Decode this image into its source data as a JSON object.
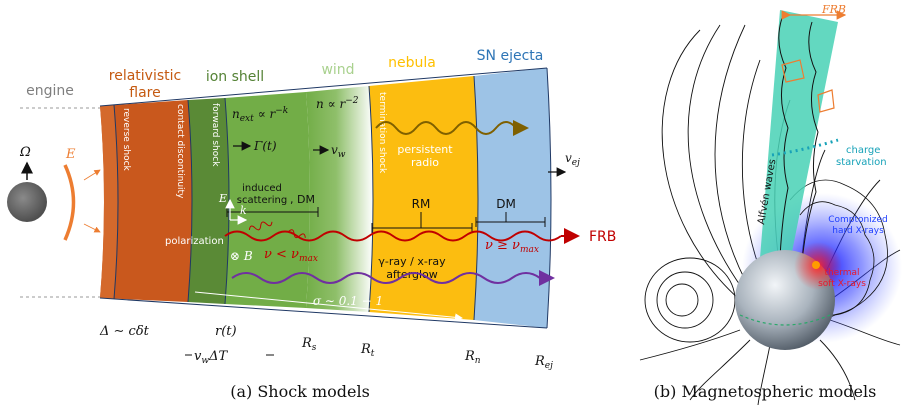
{
  "left_panel": {
    "caption": "(a) Shock models",
    "regions": {
      "engine": "engine",
      "relativistic_flare_line1": "relativistic",
      "relativistic_flare_line2": "flare",
      "ion_shell": "ion shell",
      "wind": "wind",
      "nebula": "nebula",
      "sn_ejecta": "SN ejecta"
    },
    "vertical_labels": {
      "reverse_shock": "reverse shock",
      "contact_discontinuity": "contact discontinuity",
      "forward_shock": "forward shock",
      "termination_shock": "termination shock"
    },
    "engine_symbols": {
      "omega": "Ω",
      "energy": "E"
    },
    "formulas": {
      "n_ext": "n",
      "n_ext_sub": "ext",
      "n_ext_rest": " ∝ r",
      "n_ext_exp": "−k",
      "n_wind": "n ∝ r",
      "n_wind_exp": "−2",
      "gamma": "Γ(t)",
      "v_w": "v",
      "v_w_sub": "w",
      "v_ej": "v",
      "v_ej_sub": "ej"
    },
    "annotations": {
      "induced_scattering_1": "induced",
      "induced_scattering_2": "scattering",
      "dm_wind": ", DM",
      "persistent_radio_1": "persistent",
      "persistent_radio_2": "radio",
      "rm": "RM",
      "dm_ejecta": "DM",
      "frb": "FRB",
      "polarization": "polarization",
      "e_vec": "E",
      "k_vec": "k",
      "b_vec": "⊗ B",
      "nu_lt": "ν < ν",
      "nu_lt_sub": "max",
      "nu_ge": "ν ≥ ν",
      "nu_ge_sub": "max",
      "afterglow_1": "γ-ray / x-ray",
      "afterglow_2": "afterglow",
      "sigma": "σ ∼ 0.1 − 1"
    },
    "axis_labels": {
      "delta": "Δ ∼ cδt",
      "r_t": "r(t)",
      "vw_dt": "v",
      "vw_dt_sub": "w",
      "vw_dt_rest": "ΔT",
      "R_s": "R",
      "R_s_sub": "s",
      "R_t": "R",
      "R_t_sub": "t",
      "R_n": "R",
      "R_n_sub": "n",
      "R_ej": "R",
      "R_ej_sub": "ej"
    },
    "colors": {
      "flare": "#c9581d",
      "ion_shell_dark": "#5a8a36",
      "ion_shell": "#72ad47",
      "nebula": "#fcbd10",
      "ejecta": "#9dc3e6",
      "frb_red": "#c00000",
      "afterglow_purple": "#7030a0",
      "radio_brown": "#7f6000",
      "engine_arc": "#ed7d31"
    }
  },
  "right_panel": {
    "caption": "(b) Magnetospheric models",
    "labels": {
      "frb": "FRB",
      "alfven_waves": "Alfvén waves",
      "charge_starvation_1": "charge",
      "charge_starvation_2": "starvation",
      "comptonized_1": "Comptonized",
      "comptonized_2": "hard X-rays",
      "thermal_1": "thermal",
      "thermal_2": "soft X-rays"
    },
    "colors": {
      "frb_orange": "#ed7d31",
      "alfven_teal": "#1abc9c",
      "charge_teal": "#17a2b8",
      "comptonized_blue": "#1f3fff",
      "thermal_red": "#e8192c"
    }
  }
}
